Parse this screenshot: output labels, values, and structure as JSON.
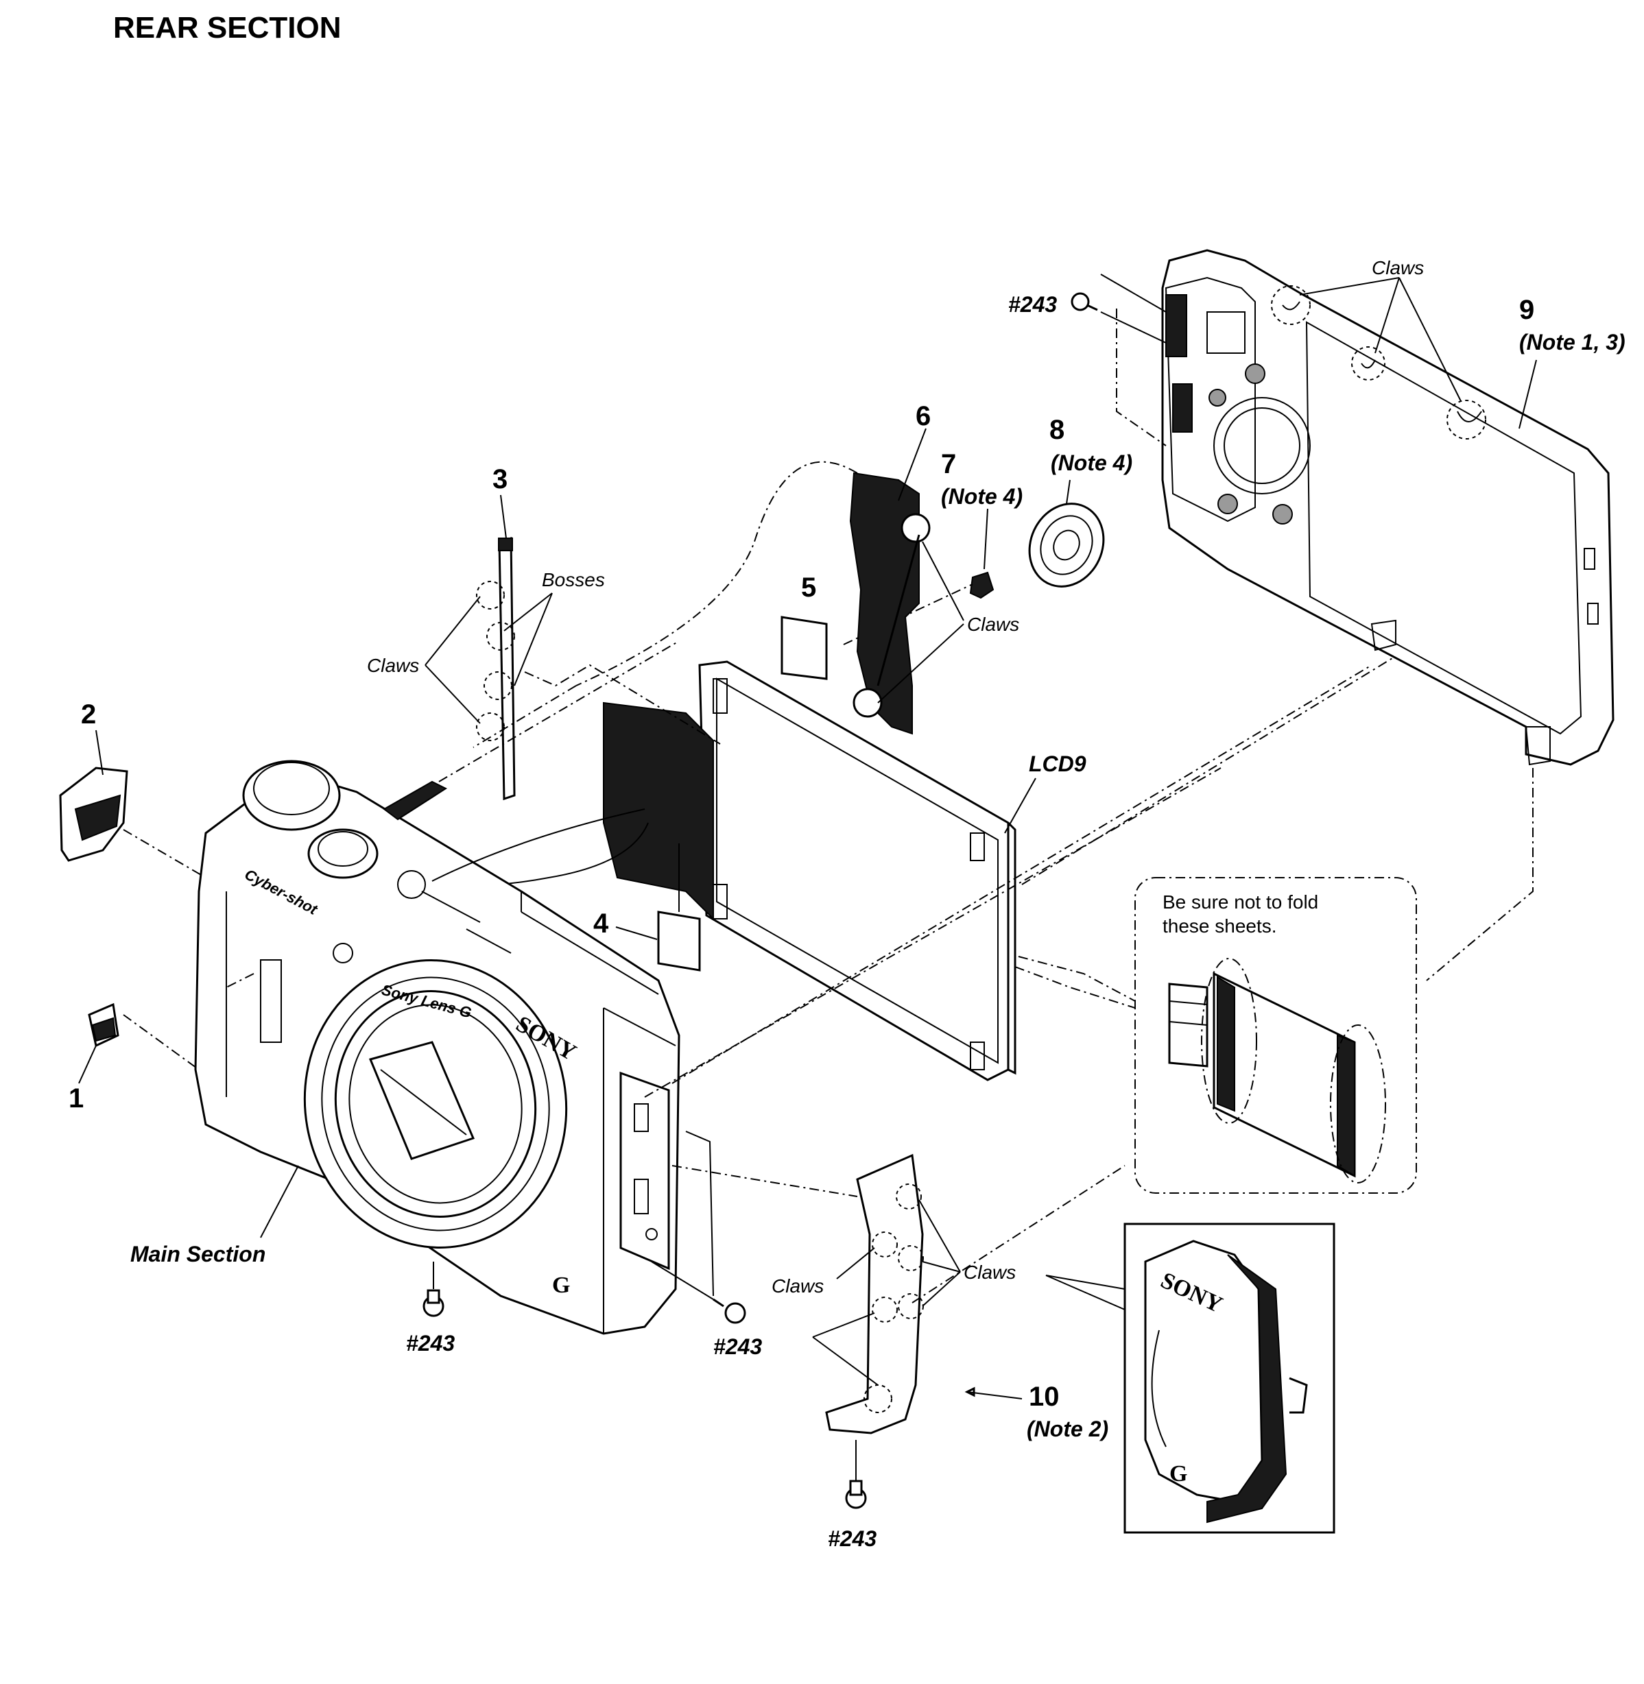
{
  "title": "REAR SECTION",
  "callouts": {
    "p1": "1",
    "p2": "2",
    "p3": "3",
    "p4": "4",
    "p5": "5",
    "p6": "6",
    "p7": "7",
    "p7_note": "(Note 4)",
    "p8": "8",
    "p8_note": "(Note 4)",
    "p9": "9",
    "p9_note": "(Note 1, 3)",
    "p10": "10",
    "p10_note": "(Note 2)"
  },
  "labels": {
    "bosses": "Bosses",
    "claws_part3": "Claws",
    "claws_part6": "Claws",
    "claws_part9": "Claws",
    "claws_part10_left": "Claws",
    "claws_part10_right": "Claws",
    "lcd": "LCD9",
    "main_section": "Main Section"
  },
  "screws": {
    "top_left": "#243",
    "bottom_lens": "#243",
    "side_right": "#243",
    "part10": "#243"
  },
  "caution": {
    "line1": "Be sure not to fold",
    "line2": "these sheets."
  },
  "camera_print": {
    "brand": "SONY",
    "model": "Cyber-shot",
    "lens_ring": "Sony Lens G",
    "grip_logo": "G",
    "inset_brand": "SONY",
    "inset_logo": "G"
  }
}
